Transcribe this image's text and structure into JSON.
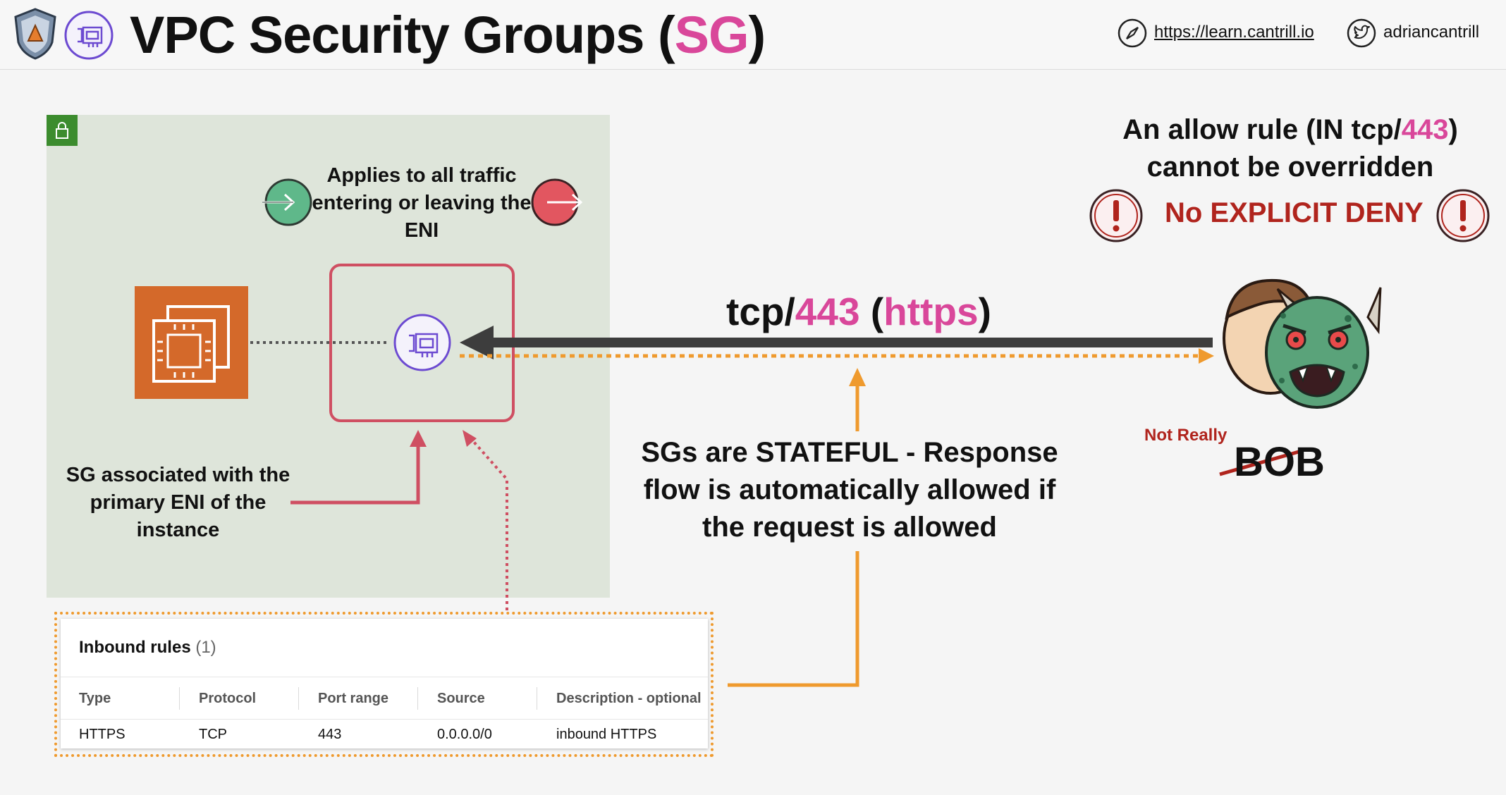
{
  "header": {
    "title_prefix": "VPC Security Groups (",
    "title_highlight": "SG",
    "title_suffix": ")",
    "link_text": "https://learn.cantrill.io",
    "twitter_handle": "adriancantrill"
  },
  "diagram": {
    "applies_text": "Applies to all traffic entering or leaving the ENI",
    "sg_associated_text": "SG associated with the primary ENI of the instance",
    "stateful_text": "SGs are STATEFUL - Response flow is automatically allowed if the request is allowed",
    "traffic_label": {
      "prefix": "tcp/",
      "port": "443",
      "open": " (",
      "proto": "https",
      "close": ")"
    },
    "allow_rule": {
      "line1_prefix": "An allow rule (IN tcp/",
      "line1_port": "443",
      "line1_suffix": ")",
      "line2": "cannot be overridden"
    },
    "no_explicit_deny": "No EXPLICIT DENY",
    "not_really": "Not Really",
    "bob": "BOB"
  },
  "inbound_rules": {
    "title": "Inbound rules",
    "count": "(1)",
    "columns": [
      "Type",
      "Protocol",
      "Port range",
      "Source",
      "Description - optional"
    ],
    "rows": [
      [
        "HTTPS",
        "TCP",
        "443",
        "0.0.0.0/0",
        "inbound HTTPS"
      ]
    ]
  },
  "colors": {
    "accent_pink": "#d9479a",
    "deny_red": "#b0241d",
    "ec2_orange": "#d4692a",
    "response_orange": "#ef9a2e",
    "sg_border": "#cf4f62",
    "eni_purple": "#6c4ad1",
    "vpc_green": "#3c8c2e",
    "region_bg": "#dee5da"
  },
  "icons": [
    "shield-icon",
    "eni-icon",
    "compass-icon",
    "twitter-icon",
    "lock-icon",
    "ec2-chip-icon",
    "ingress-icon",
    "egress-icon",
    "alert-icon",
    "monster-icon"
  ]
}
